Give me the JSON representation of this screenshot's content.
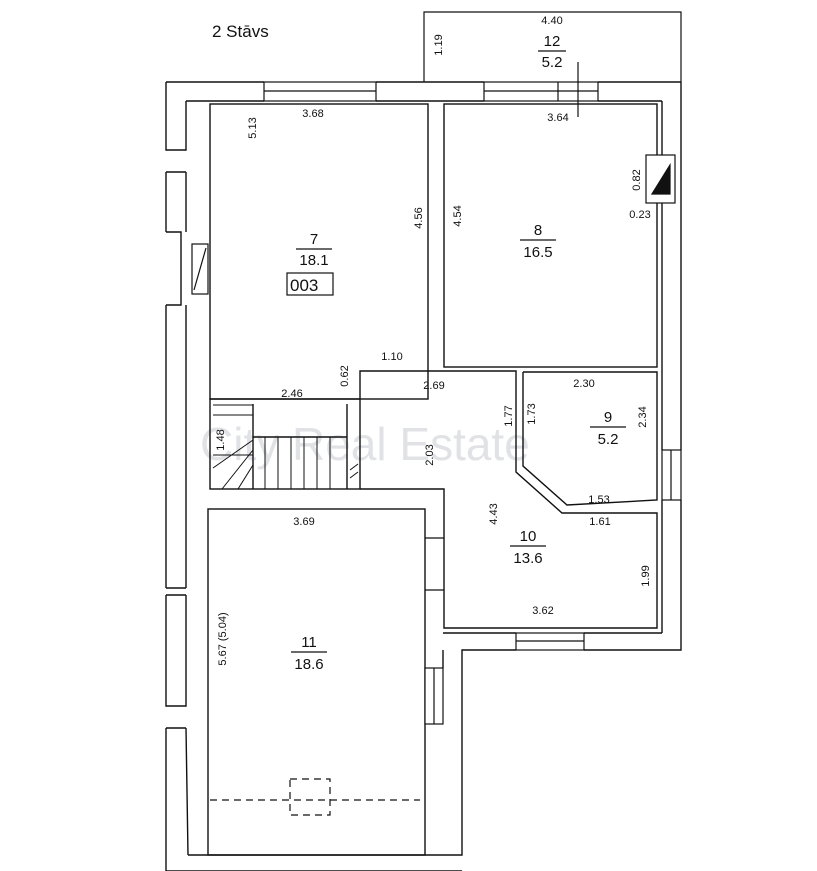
{
  "floor_title": "2 Stāvs",
  "watermark": "City Real Estate",
  "rooms": {
    "r7": {
      "number": "7",
      "area": "18.1"
    },
    "r8": {
      "number": "8",
      "area": "16.5"
    },
    "r9": {
      "number": "9",
      "area": "5.2"
    },
    "r10": {
      "number": "10",
      "area": "13.6"
    },
    "r11": {
      "number": "11",
      "area": "18.6"
    },
    "r12": {
      "number": "12",
      "area": "5.2"
    }
  },
  "code_box": "003",
  "dimensions": {
    "d440": "4.40",
    "d119": "1.19",
    "d368": "3.68",
    "d513": "5.13",
    "d364": "3.64",
    "d456": "4.56",
    "d454": "4.54",
    "d082": "0.82",
    "d023": "0.23",
    "d110": "1.10",
    "d062": "0.62",
    "d246": "2.46",
    "d269": "2.69",
    "d230": "2.30",
    "d177": "1.77",
    "d173": "1.73",
    "d234": "2.34",
    "d148": "1.48",
    "d203": "2.03",
    "d153": "1.53",
    "d161": "1.61",
    "d443": "4.43",
    "d369": "3.69",
    "d199": "1.99",
    "d362": "3.62",
    "d567": "5.67 (5.04)"
  }
}
